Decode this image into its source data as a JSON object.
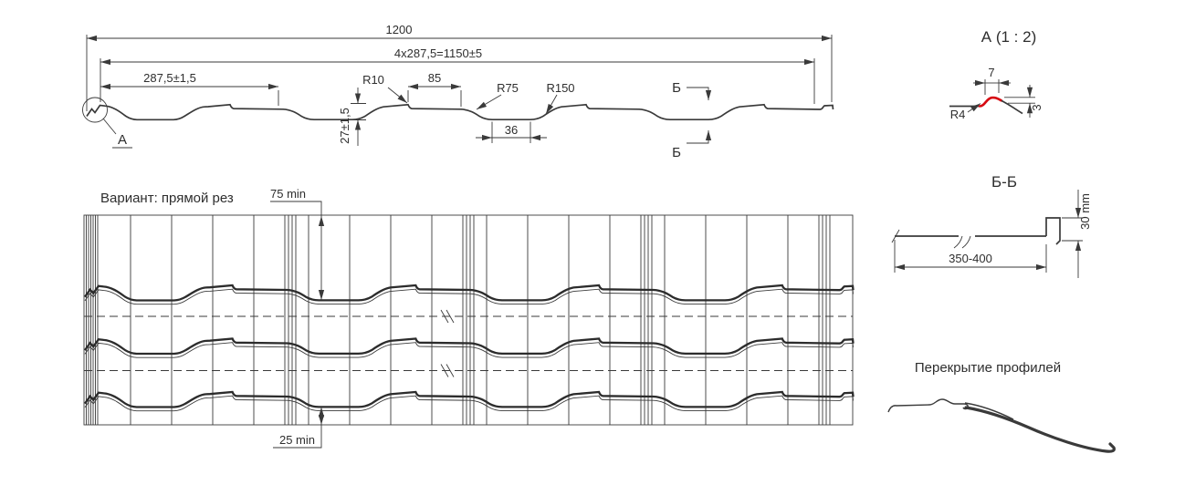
{
  "drawing": {
    "background": "#ffffff",
    "line_color": "#3a3a3a",
    "highlight_color": "#d60a12"
  },
  "profile_view": {
    "dim_overall_width": "1200",
    "dim_module_total": "4x287,5=1150±5",
    "dim_module": "287,5±1,5",
    "dim_step_to_wave": "85",
    "radius_step": "R10",
    "radius_wave_small": "R75",
    "radius_wave_large": "R150",
    "dim_profile_height": "27±1,5",
    "dim_wave_bottom": "36",
    "section_label_top": "Б",
    "section_label_bottom": "Б",
    "detail_label": "А"
  },
  "detail_a_view": {
    "title": "А (1 : 2)",
    "dim_width": "7",
    "dim_height": "3",
    "radius": "R4"
  },
  "section_bb_view": {
    "title": "Б-Б",
    "dim_length": "350-400",
    "dim_height": "30 mm"
  },
  "plan_view": {
    "caption": "Вариант: прямой рез",
    "dim_top_margin": "75 min",
    "dim_bottom_margin": "25 min"
  },
  "overlap_view": {
    "caption": "Перекрытие профилей"
  }
}
